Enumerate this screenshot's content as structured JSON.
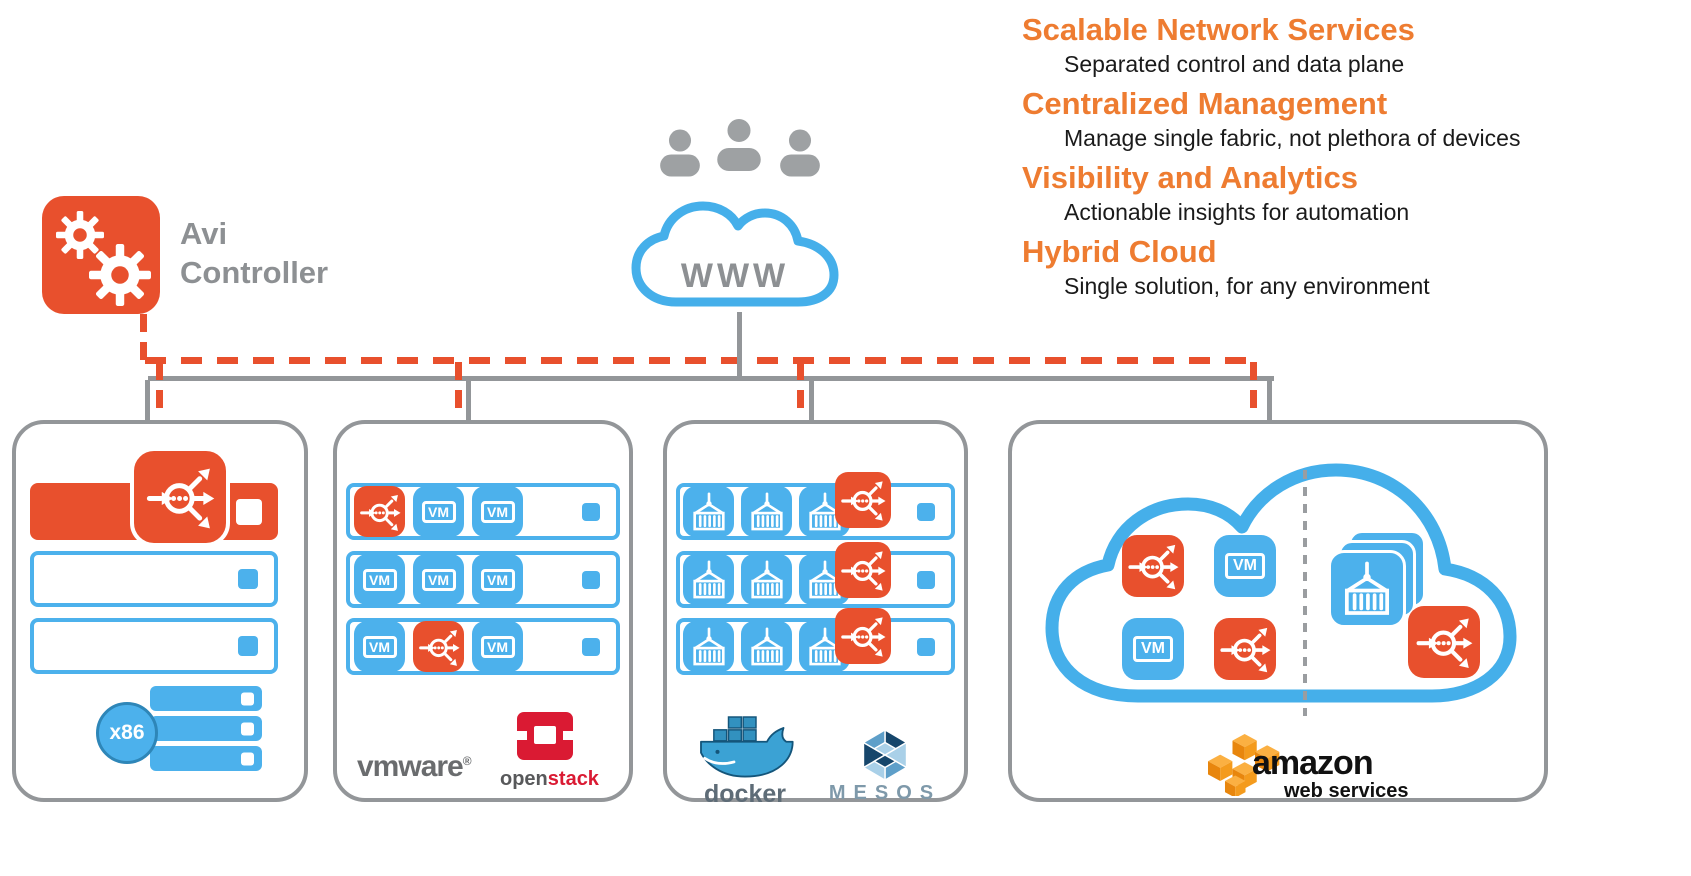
{
  "controller": {
    "name_line1": "Avi",
    "name_line2": "Controller"
  },
  "internet": {
    "cloud_label": "WWW"
  },
  "features": {
    "items": [
      {
        "heading": "Scalable Network Services",
        "detail": "Separated control and data plane"
      },
      {
        "heading": "Centralized Management",
        "detail": "Manage single fabric, not plethora of devices"
      },
      {
        "heading": "Visibility and Analytics",
        "detail": "Actionable insights for automation"
      },
      {
        "heading": "Hybrid Cloud",
        "detail": "Single solution, for any environment"
      }
    ]
  },
  "labels": {
    "vm": "VM",
    "x86": "x86"
  },
  "logos": {
    "vmware": "vmware",
    "vmware_reg": "®",
    "openstack_open": "open",
    "openstack_stack": "stack",
    "docker": "docker",
    "mesos": "MESOS",
    "amazon": "amazon",
    "aws_sub": "web services"
  },
  "icons": [
    "gear-icon",
    "users-icon",
    "cloud-icon",
    "service-engine-icon",
    "vm-icon",
    "container-icon",
    "server-stack-icon",
    "aws-cubes-icon"
  ],
  "colors": {
    "avi_orange": "#E8502D",
    "heading_orange": "#EE7C31",
    "blue": "#4CB1EC",
    "gray": "#939699",
    "openstack_red": "#DA1A33",
    "aws_cube_orange": "#F49B1D"
  }
}
